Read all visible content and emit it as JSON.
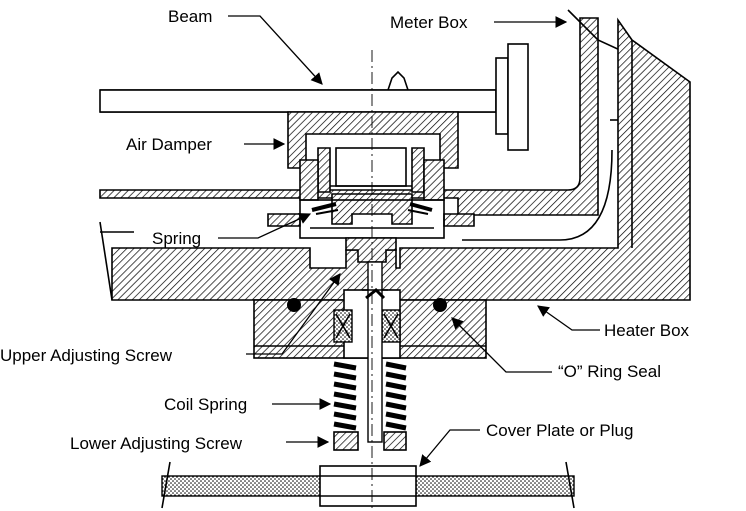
{
  "labels": {
    "beam": "Beam",
    "meter_box": "Meter Box",
    "air_damper": "Air Damper",
    "spring": "Spring",
    "heater_box": "Heater Box",
    "upper_adjusting_screw": "Upper Adjusting Screw",
    "o_ring_seal": "“O” Ring Seal",
    "coil_spring": "Coil Spring",
    "lower_adjusting_screw": "Lower Adjusting Screw",
    "cover_plate": "Cover Plate or Plug"
  }
}
